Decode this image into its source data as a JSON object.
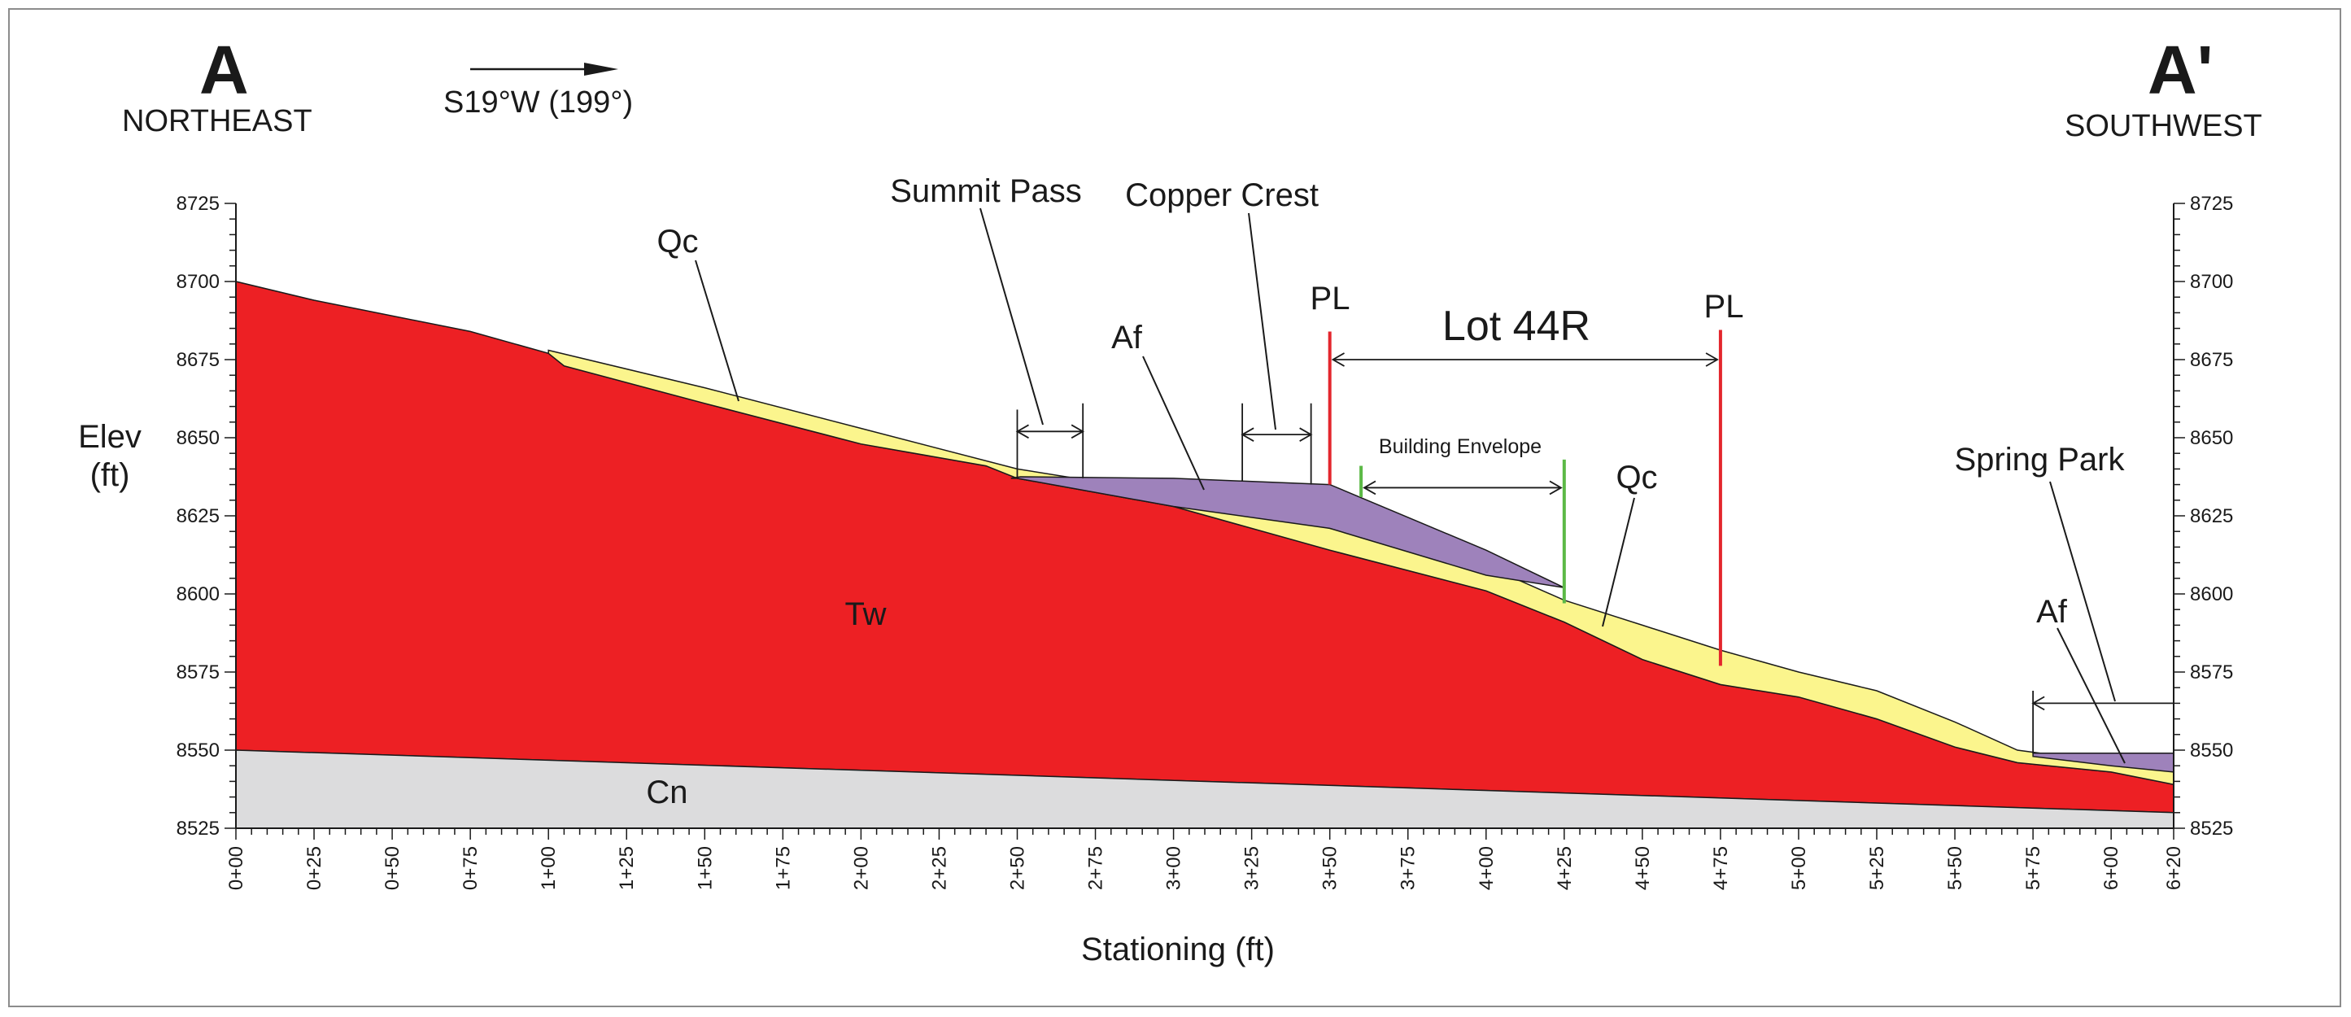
{
  "header": {
    "left_letter": "A",
    "left_direction": "NORTHEAST",
    "right_letter": "A'",
    "right_direction": "SOUTHWEST",
    "bearing": "S19°W (199°)"
  },
  "axes": {
    "y_label_line1": "Elev",
    "y_label_line2": "(ft)",
    "x_label": "Stationing (ft)",
    "y_range": [
      8525,
      8725
    ],
    "y_ticks": [
      "8725",
      "8700",
      "8675",
      "8650",
      "8625",
      "8600",
      "8575",
      "8550",
      "8525"
    ],
    "x_range": [
      0,
      620
    ],
    "x_ticks": [
      "0+00",
      "0+25",
      "0+50",
      "0+75",
      "1+00",
      "1+25",
      "1+50",
      "1+75",
      "2+00",
      "2+25",
      "2+50",
      "2+75",
      "3+00",
      "3+25",
      "3+50",
      "3+75",
      "4+00",
      "4+25",
      "4+50",
      "4+75",
      "5+00",
      "5+25",
      "5+50",
      "5+75",
      "6+00",
      "6+20"
    ]
  },
  "units": {
    "Tw": {
      "label": "Tw",
      "color": "#ed2024"
    },
    "Cn": {
      "label": "Cn",
      "color": "#dcdcdd"
    },
    "Qc": {
      "label": "Qc",
      "color": "#fbf58d"
    },
    "Af": {
      "label": "Af",
      "color": "#9e82bb"
    }
  },
  "annotations": {
    "summit_pass": "Summit Pass",
    "copper_crest": "Copper Crest",
    "spring_park": "Spring Park",
    "lot": "Lot 44R",
    "building_envelope": "Building Envelope",
    "pl_left": "PL",
    "pl_right": "PL",
    "qc_upper": "Qc",
    "qc_lower": "Qc",
    "af_upper": "Af",
    "af_lower": "Af",
    "tw": "Tw",
    "cn": "Cn"
  },
  "colors": {
    "property_line": "#e3262d",
    "building_envelope": "#5cb946"
  }
}
